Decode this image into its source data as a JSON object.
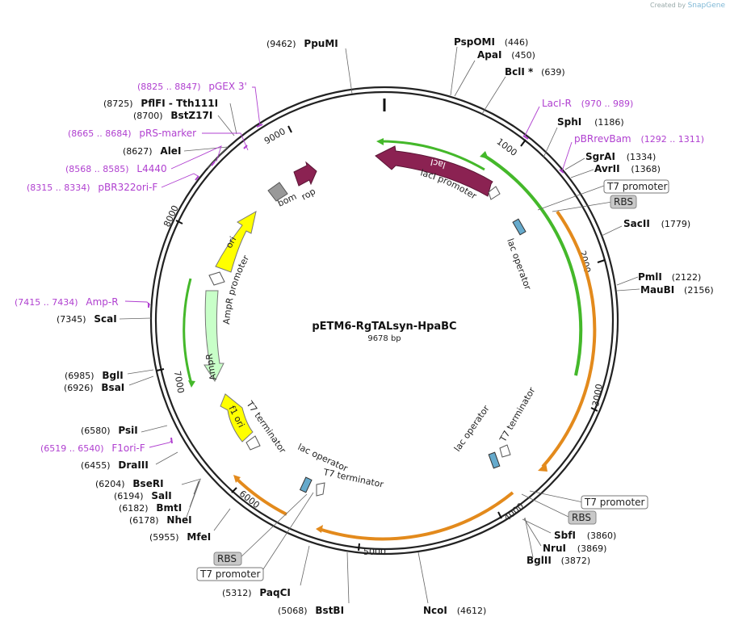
{
  "credit": {
    "prefix": "Created by",
    "brand": "SnapGene"
  },
  "plasmid": {
    "name": "pETM6-RgTALsyn-HpaBC",
    "size_label": "9678 bp",
    "length": 9678
  },
  "ticks": [
    "1000",
    "2000",
    "3000",
    "4000",
    "5000",
    "6000",
    "7000",
    "8000",
    "9000"
  ],
  "colors": {
    "ori": "#ffff00",
    "lacI": "#8b2252",
    "rop": "#8b2252",
    "ampr": "#c8ffc8",
    "f1": "#ffff00",
    "green": "#44b82a",
    "orange": "#e38a1c",
    "primer": "#b040d0"
  },
  "features": [
    {
      "id": "lacI",
      "label": "lacI"
    },
    {
      "id": "lacI-promoter",
      "label": "lacI promoter"
    },
    {
      "id": "lac-operator-1",
      "label": "lac operator"
    },
    {
      "id": "lac-operator-2",
      "label": "lac operator"
    },
    {
      "id": "t7-terminator-1",
      "label": "T7 terminator"
    },
    {
      "id": "lac-operator-3",
      "label": "lac operator"
    },
    {
      "id": "t7-terminator-2",
      "label": "T7 terminator"
    },
    {
      "id": "t7-terminator-3",
      "label": "T7 terminator"
    },
    {
      "id": "f1-ori",
      "label": "f1 ori"
    },
    {
      "id": "ampr",
      "label": "AmpR"
    },
    {
      "id": "ampr-promoter",
      "label": "AmpR promoter"
    },
    {
      "id": "ori",
      "label": "ori"
    },
    {
      "id": "bom",
      "label": "bom"
    },
    {
      "id": "rop",
      "label": "rop"
    }
  ],
  "boxes": [
    {
      "id": "t7-promoter-1",
      "label": "T7 promoter"
    },
    {
      "id": "rbs-1",
      "label": "RBS"
    },
    {
      "id": "t7-promoter-2",
      "label": "T7 promoter"
    },
    {
      "id": "rbs-2",
      "label": "RBS"
    },
    {
      "id": "rbs-3",
      "label": "RBS"
    },
    {
      "id": "t7-promoter-3",
      "label": "T7 promoter"
    }
  ],
  "enzymes": [
    {
      "name": "PpuMI",
      "pos": "(9462)"
    },
    {
      "name": "PspOMI",
      "pos": "(446)"
    },
    {
      "name": "ApaI",
      "pos": "(450)"
    },
    {
      "name": "BclI *",
      "pos": "(639)"
    },
    {
      "name": "SphI",
      "pos": "(1186)"
    },
    {
      "name": "SgrAI",
      "pos": "(1334)"
    },
    {
      "name": "AvrII",
      "pos": "(1368)"
    },
    {
      "name": "SacII",
      "pos": "(1779)"
    },
    {
      "name": "PmlI",
      "pos": "(2122)"
    },
    {
      "name": "MauBI",
      "pos": "(2156)"
    },
    {
      "name": "SbfI",
      "pos": "(3860)"
    },
    {
      "name": "NruI",
      "pos": "(3869)"
    },
    {
      "name": "BglII",
      "pos": "(3872)"
    },
    {
      "name": "NcoI",
      "pos": "(4612)"
    },
    {
      "name": "BstBI",
      "pos": "(5068)"
    },
    {
      "name": "PaqCI",
      "pos": "(5312)"
    },
    {
      "name": "MfeI",
      "pos": "(5955)"
    },
    {
      "name": "NheI",
      "pos": "(6178)"
    },
    {
      "name": "BmtI",
      "pos": "(6182)"
    },
    {
      "name": "SalI",
      "pos": "(6194)"
    },
    {
      "name": "BseRI",
      "pos": "(6204)"
    },
    {
      "name": "DraIII",
      "pos": "(6455)"
    },
    {
      "name": "PsiI",
      "pos": "(6580)"
    },
    {
      "name": "BsaI",
      "pos": "(6926)"
    },
    {
      "name": "BglI",
      "pos": "(6985)"
    },
    {
      "name": "ScaI",
      "pos": "(7345)"
    },
    {
      "name": "AleI",
      "pos": "(8627)"
    },
    {
      "name": "BstZ17I",
      "pos": "(8700)"
    },
    {
      "name": "PflFI - Tth111I",
      "pos": "(8725)"
    }
  ],
  "primers": [
    {
      "name": "pGEX 3'",
      "range": "(8825 .. 8847)"
    },
    {
      "name": "pRS-marker",
      "range": "(8665 .. 8684)"
    },
    {
      "name": "L4440",
      "range": "(8568 .. 8585)"
    },
    {
      "name": "pBR322ori-F",
      "range": "(8315 .. 8334)"
    },
    {
      "name": "LacI-R",
      "range": "(970 .. 989)"
    },
    {
      "name": "pBRrevBam",
      "range": "(1292 .. 1311)"
    },
    {
      "name": "Amp-R",
      "range": "(7415 .. 7434)"
    },
    {
      "name": "F1ori-F",
      "range": "(6519 .. 6540)"
    }
  ]
}
